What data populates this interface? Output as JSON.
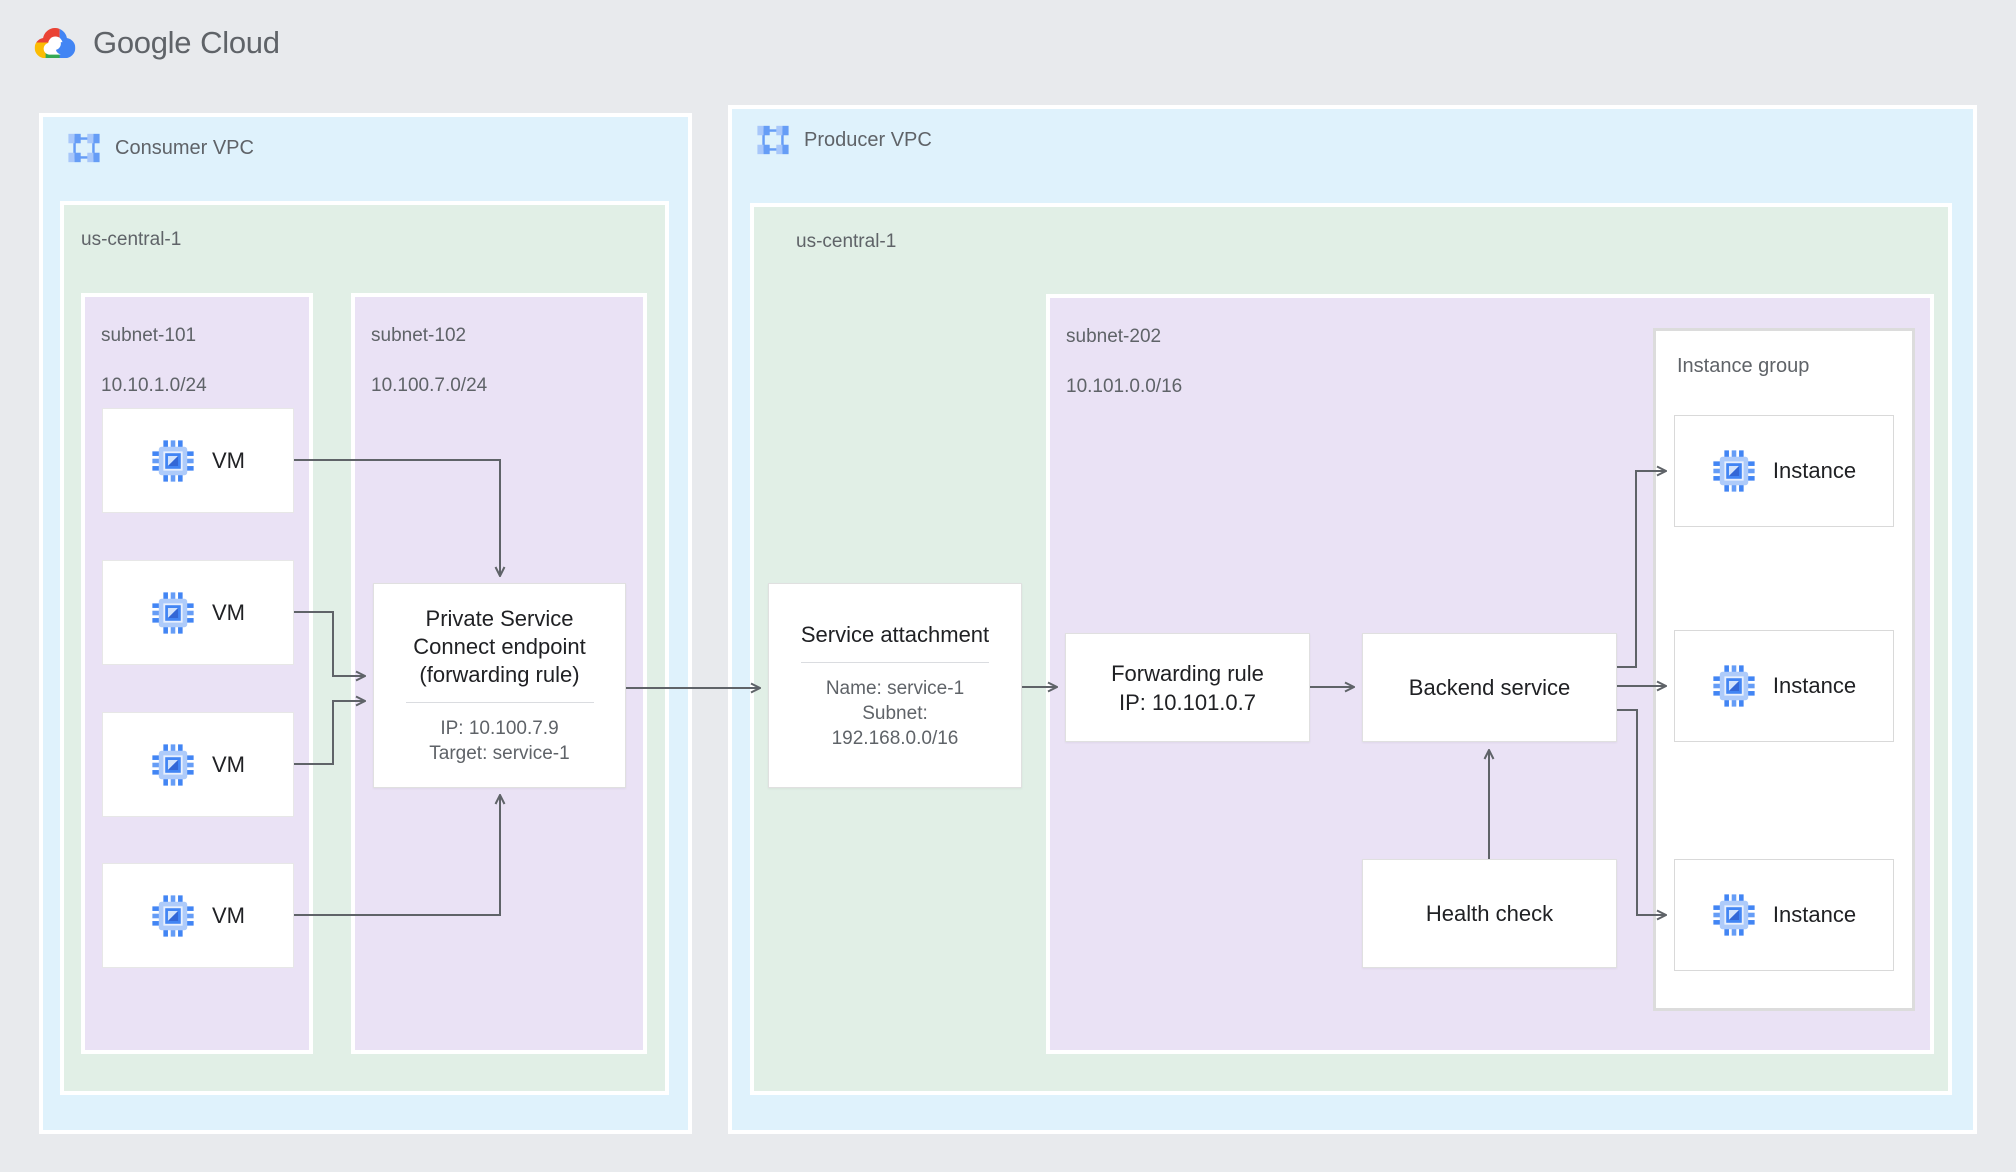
{
  "brand": {
    "google": "Google",
    "cloud": "Cloud"
  },
  "consumer_vpc": {
    "label": "Consumer VPC",
    "region": {
      "label": "us-central-1",
      "subnet_101": {
        "name": "subnet-101",
        "cidr": "10.10.1.0/24",
        "vms": [
          "VM",
          "VM",
          "VM",
          "VM"
        ]
      },
      "subnet_102": {
        "name": "subnet-102",
        "cidr": "10.100.7.0/24",
        "psc_endpoint": {
          "title": "Private Service Connect endpoint (forwarding rule)",
          "details": [
            "IP: 10.100.7.9",
            "Target: service-1"
          ]
        }
      }
    }
  },
  "producer_vpc": {
    "label": "Producer VPC",
    "region": {
      "label": "us-central-1",
      "service_attachment": {
        "title": "Service attachment",
        "details": [
          "Name: service-1",
          "Subnet:",
          "192.168.0.0/16"
        ]
      },
      "subnet_202": {
        "name": "subnet-202",
        "cidr": "10.101.0.0/16",
        "forwarding_rule": {
          "title": "Forwarding rule",
          "ip": "IP: 10.101.0.7"
        },
        "backend_service": {
          "title": "Backend service"
        },
        "health_check": {
          "title": "Health check"
        },
        "instance_group": {
          "label": "Instance group",
          "instances": [
            "Instance",
            "Instance",
            "Instance"
          ]
        }
      }
    }
  },
  "connections": [
    {
      "from": "vm-1",
      "to": "psc-endpoint"
    },
    {
      "from": "vm-2",
      "to": "psc-endpoint"
    },
    {
      "from": "vm-3",
      "to": "psc-endpoint"
    },
    {
      "from": "vm-4",
      "to": "psc-endpoint"
    },
    {
      "from": "psc-endpoint",
      "to": "service-attachment"
    },
    {
      "from": "service-attachment",
      "to": "forwarding-rule"
    },
    {
      "from": "forwarding-rule",
      "to": "backend-service"
    },
    {
      "from": "health-check",
      "to": "backend-service"
    },
    {
      "from": "backend-service",
      "to": "instance-1"
    },
    {
      "from": "backend-service",
      "to": "instance-2"
    },
    {
      "from": "backend-service",
      "to": "instance-3"
    }
  ],
  "colors": {
    "page_bg": "#E8EAED",
    "vpc_fill": "#DFF2FC",
    "region_fill": "#E1EFE6",
    "subnet_fill": "#EAE2F5",
    "arrow": "#5F6368",
    "text_dark": "#202124",
    "text_gray": "#5F6368",
    "google_blue": "#4285F4",
    "google_red": "#EA4335",
    "google_yellow": "#FBBC04",
    "google_green": "#34A853"
  }
}
